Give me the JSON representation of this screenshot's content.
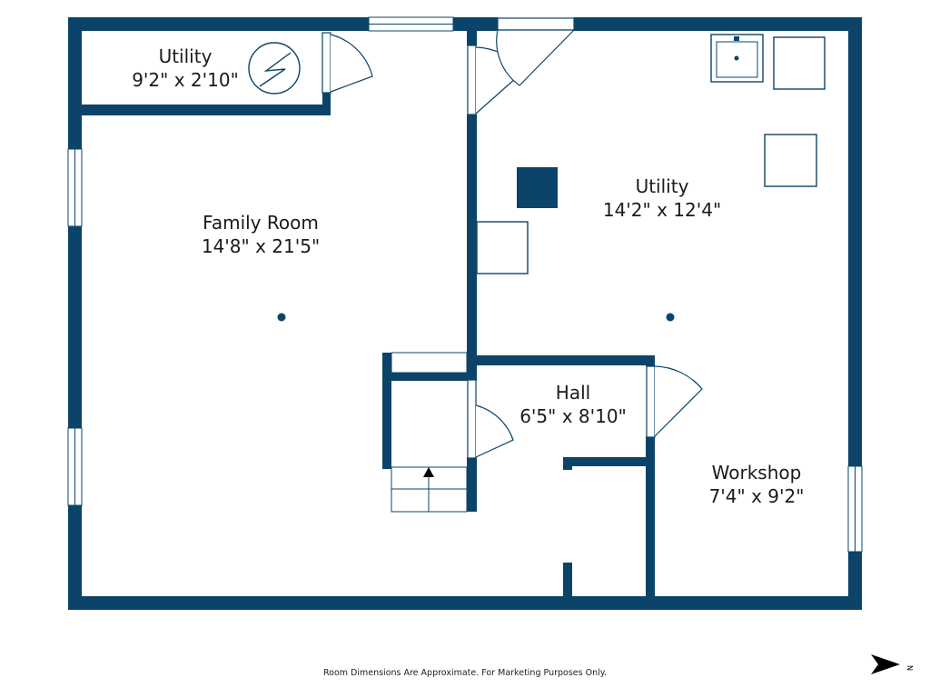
{
  "rooms": [
    {
      "name": "Utility",
      "dims": "9'2\" x 2'10\""
    },
    {
      "name": "Family Room",
      "dims": "14'8\" x 21'5\""
    },
    {
      "name": "Utility",
      "dims": "14'2\" x 12'4\""
    },
    {
      "name": "Hall",
      "dims": "6'5\" x 8'10\""
    },
    {
      "name": "Workshop",
      "dims": "7'4\" x 9'2\""
    }
  ],
  "footer_note": "Room Dimensions Are Approximate. For Marketing Purposes Only.",
  "compass": {
    "label": "N"
  },
  "colors": {
    "wall": "#0b4468",
    "line": "#0b4468",
    "background": "#ffffff"
  }
}
